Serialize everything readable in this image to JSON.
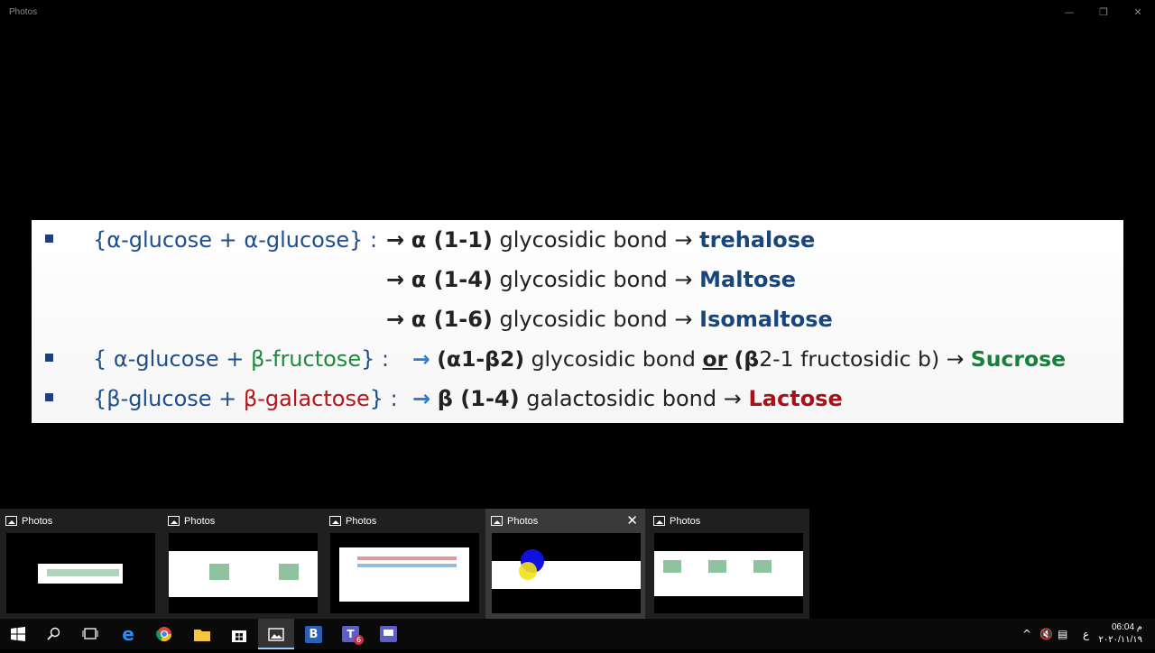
{
  "window": {
    "title": "Photos"
  },
  "slide": {
    "rows": [
      {
        "bracket": "{α-glucose + α-glucose} :",
        "arrow": "→",
        "bond_bold": "α (1-1)",
        "bond_text": "glycosidic bond",
        "arrow2": "→",
        "product": "trehalose"
      },
      {
        "arrow": "→",
        "bond_bold": "α (1-4)",
        "bond_text": "glycosidic bond",
        "arrow2": "→",
        "product": "Maltose"
      },
      {
        "arrow": "→",
        "bond_bold": "α (1-6)",
        "bond_text": "glycosidic bond",
        "arrow2": "→",
        "product": "Isomaltose"
      },
      {
        "open": "{ ",
        "part1": "α-glucose + ",
        "part2": "β-fructose",
        "close": "} :",
        "arrow": "→",
        "bond_bold": "(α1-β2)",
        "bond_text": "glycosidic bond",
        "or": "or",
        "alt_bold": "(β",
        "alt_text": "2-1 fructosidic b)",
        "arrow2": "→",
        "product": "Sucrose"
      },
      {
        "open": "{",
        "part1": "β-glucose + ",
        "part2": "β-galactose",
        "close": "} :",
        "arrow": "→",
        "bond_bold": "β (1-4)",
        "bond_text": "galactosidic bond",
        "arrow2": "→",
        "product": "Lactose"
      }
    ]
  },
  "thumbnails": [
    {
      "label": "Photos"
    },
    {
      "label": "Photos"
    },
    {
      "label": "Photos"
    },
    {
      "label": "Photos",
      "close": "✕"
    },
    {
      "label": "Photos"
    }
  ],
  "taskbar": {
    "apps": [
      "Start",
      "Search",
      "Task View",
      "Edge",
      "Chrome",
      "File Explorer",
      "Store",
      "Photos",
      "B",
      "Teams",
      "Whiteboard"
    ],
    "teams_badge": "6",
    "tray_lang": "ع",
    "time": "06:04 م",
    "date": "٢٠٢٠/١١/١٩"
  },
  "colors": {
    "slide_blue": "#1f4e8c",
    "green": "#1d8a3c",
    "red": "#b3171d",
    "arrow_blue": "#2a7ad8"
  }
}
